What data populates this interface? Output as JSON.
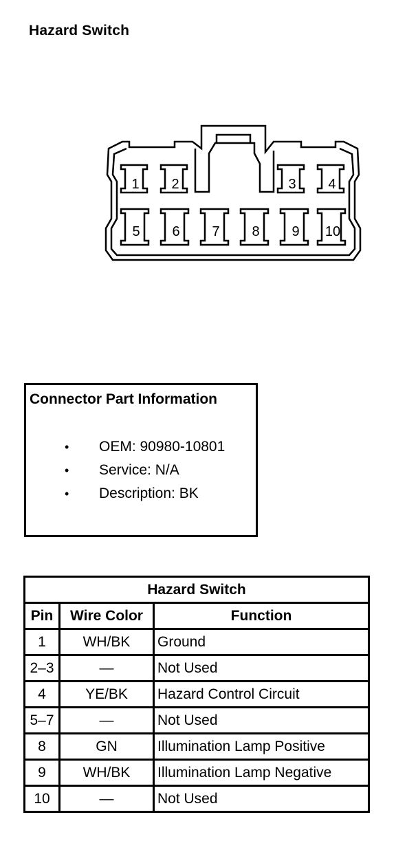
{
  "page": {
    "title": "Hazard Switch"
  },
  "connector": {
    "pins_top": [
      "1",
      "2",
      "3",
      "4"
    ],
    "pins_bottom": [
      "5",
      "6",
      "7",
      "8",
      "9",
      "10"
    ]
  },
  "part_info": {
    "title": "Connector Part Information",
    "items": [
      {
        "bullet": "•",
        "text": "OEM: 90980-10801"
      },
      {
        "bullet": "•",
        "text": "Service: N/A"
      },
      {
        "bullet": "•",
        "text": "Description: BK"
      }
    ]
  },
  "pin_table": {
    "title": "Hazard Switch",
    "headers": {
      "pin": "Pin",
      "wire_color": "Wire Color",
      "function": "Function"
    },
    "rows": [
      {
        "pin": "1",
        "wire_color": "WH/BK",
        "function": "Ground"
      },
      {
        "pin": "2–3",
        "wire_color": "—",
        "function": "Not Used"
      },
      {
        "pin": "4",
        "wire_color": "YE/BK",
        "function": "Hazard Control Circuit"
      },
      {
        "pin": "5–7",
        "wire_color": "—",
        "function": "Not Used"
      },
      {
        "pin": "8",
        "wire_color": "GN",
        "function": "Illumination Lamp Positive"
      },
      {
        "pin": "9",
        "wire_color": "WH/BK",
        "function": "Illumination Lamp Negative"
      },
      {
        "pin": "10",
        "wire_color": "—",
        "function": "Not Used"
      }
    ]
  }
}
